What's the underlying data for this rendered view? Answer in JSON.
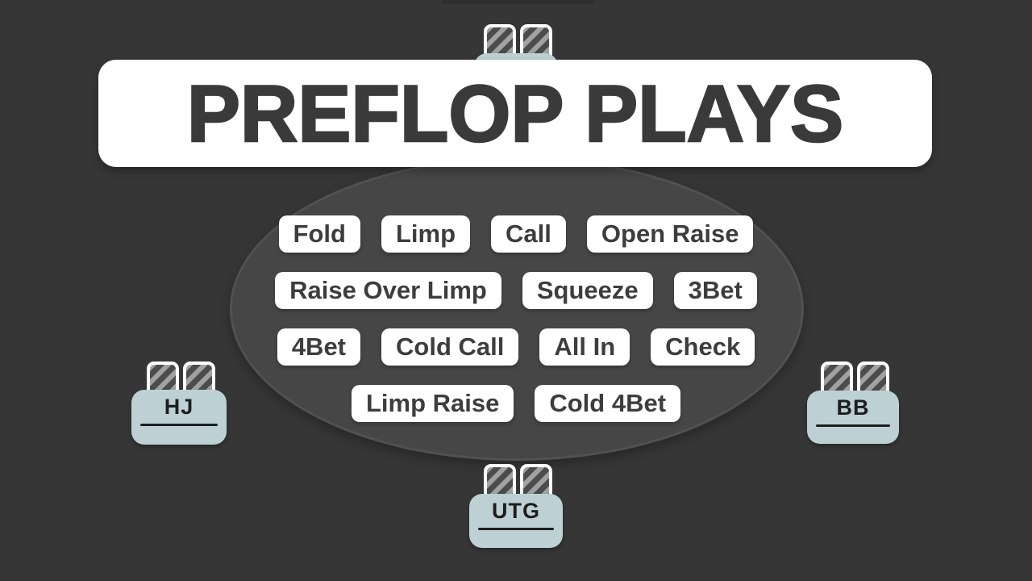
{
  "title": {
    "text": "PREFLOP PLAYS"
  },
  "table": {
    "actions_rows": [
      [
        "Fold",
        "Limp",
        "Call",
        "Open Raise"
      ],
      [
        "Raise Over Limp",
        "Squeeze",
        "3Bet"
      ],
      [
        "4Bet",
        "Cold Call",
        "All In",
        "Check"
      ],
      [
        "Limp Raise",
        "Cold 4Bet"
      ]
    ]
  },
  "seats": {
    "top": {
      "label": ""
    },
    "hj": {
      "label": "HJ"
    },
    "bb": {
      "label": "BB"
    },
    "utg": {
      "label": "UTG"
    }
  },
  "colors": {
    "background": "#363636",
    "table_fill": "#464646",
    "table_border": "#515151",
    "pill_bg": "#ffffff",
    "pill_text": "#3d3d3d",
    "title_bg": "#ffffff",
    "title_text": "#3a3a3a",
    "seat_plate": "#bdd1d4",
    "seat_text": "#1e1e1e",
    "card_stripe_light": "#a1a1a1",
    "card_stripe_dark": "#4c4c4c"
  }
}
